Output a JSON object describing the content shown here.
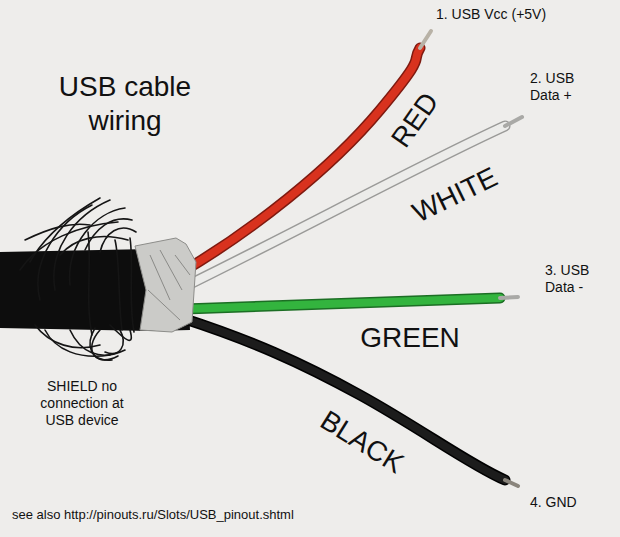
{
  "diagram": {
    "title": "USB cable wiring",
    "labels": [
      "1. USB Vcc (+5V)",
      "RED",
      "2. USB Data +",
      "WHITE",
      "3. USB Data -",
      "GREEN",
      "BLACK",
      "4. GND",
      "SHIELD no connection at USB device",
      "see also http://pinouts.ru/Slots/USB_pinout.shtml"
    ]
  }
}
